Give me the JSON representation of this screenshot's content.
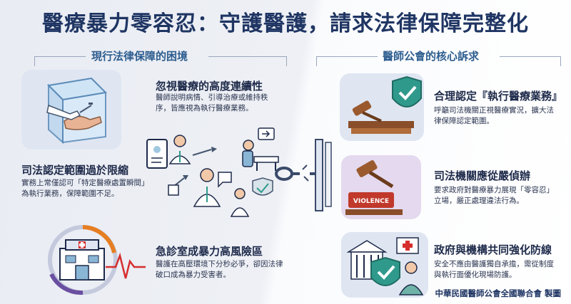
{
  "title": "醫療暴力零容忍：守護醫護，請求法律保障完整化",
  "left_section": {
    "heading": "現行法律保障的困境",
    "items": [
      {
        "title": "忽視醫療的高度連續性",
        "desc": "醫師說明病情、引導治療或維持秩序，皆應視為執行醫療業務。"
      },
      {
        "title": "司法認定範圍過於限縮",
        "desc": "實務上常僅認可「特定醫療處置瞬間」為執行業務，保障範圍不足。"
      },
      {
        "title": "急診室成暴力高風險區",
        "desc": "醫護在高壓環境下分秒必爭，卻因法律破口成為暴力受害者。"
      }
    ]
  },
  "right_section": {
    "heading": "醫師公會的核心訴求",
    "items": [
      {
        "title": "合理認定『執行醫療業務』",
        "desc": "呼籲司法機關正視醫療實況，擴大法律保障認定範圍。"
      },
      {
        "title": "司法機關應從嚴偵辦",
        "desc": "要求政府對醫療暴力展現「零容忍」立場，嚴正處理違法行為。"
      },
      {
        "title": "政府與機構共同強化防線",
        "desc": "安全不應由醫護獨自承擔，需從制度與執行面優化現場防護。"
      }
    ]
  },
  "violence_sign": "VIOLENCE",
  "credit": "中華民國醫師公會全國聯合會 製圖",
  "colors": {
    "title": "#1f3563",
    "section_heading": "#2d5d8f",
    "card_bg": "#dfe6f2",
    "shield": "#2f9a8c",
    "gavel": "#9a5a2e",
    "alert_orange": "#e67e22"
  },
  "icons": [
    "glass-box-icon",
    "doctor-icon",
    "tablet-icon",
    "hospital-bed-icon",
    "shield-check-icon",
    "broken-chain-icon",
    "ambulance-building-icon",
    "heartbeat-icon",
    "gavel-icon",
    "law-books-icon",
    "government-building-icon",
    "nurse-icon"
  ]
}
